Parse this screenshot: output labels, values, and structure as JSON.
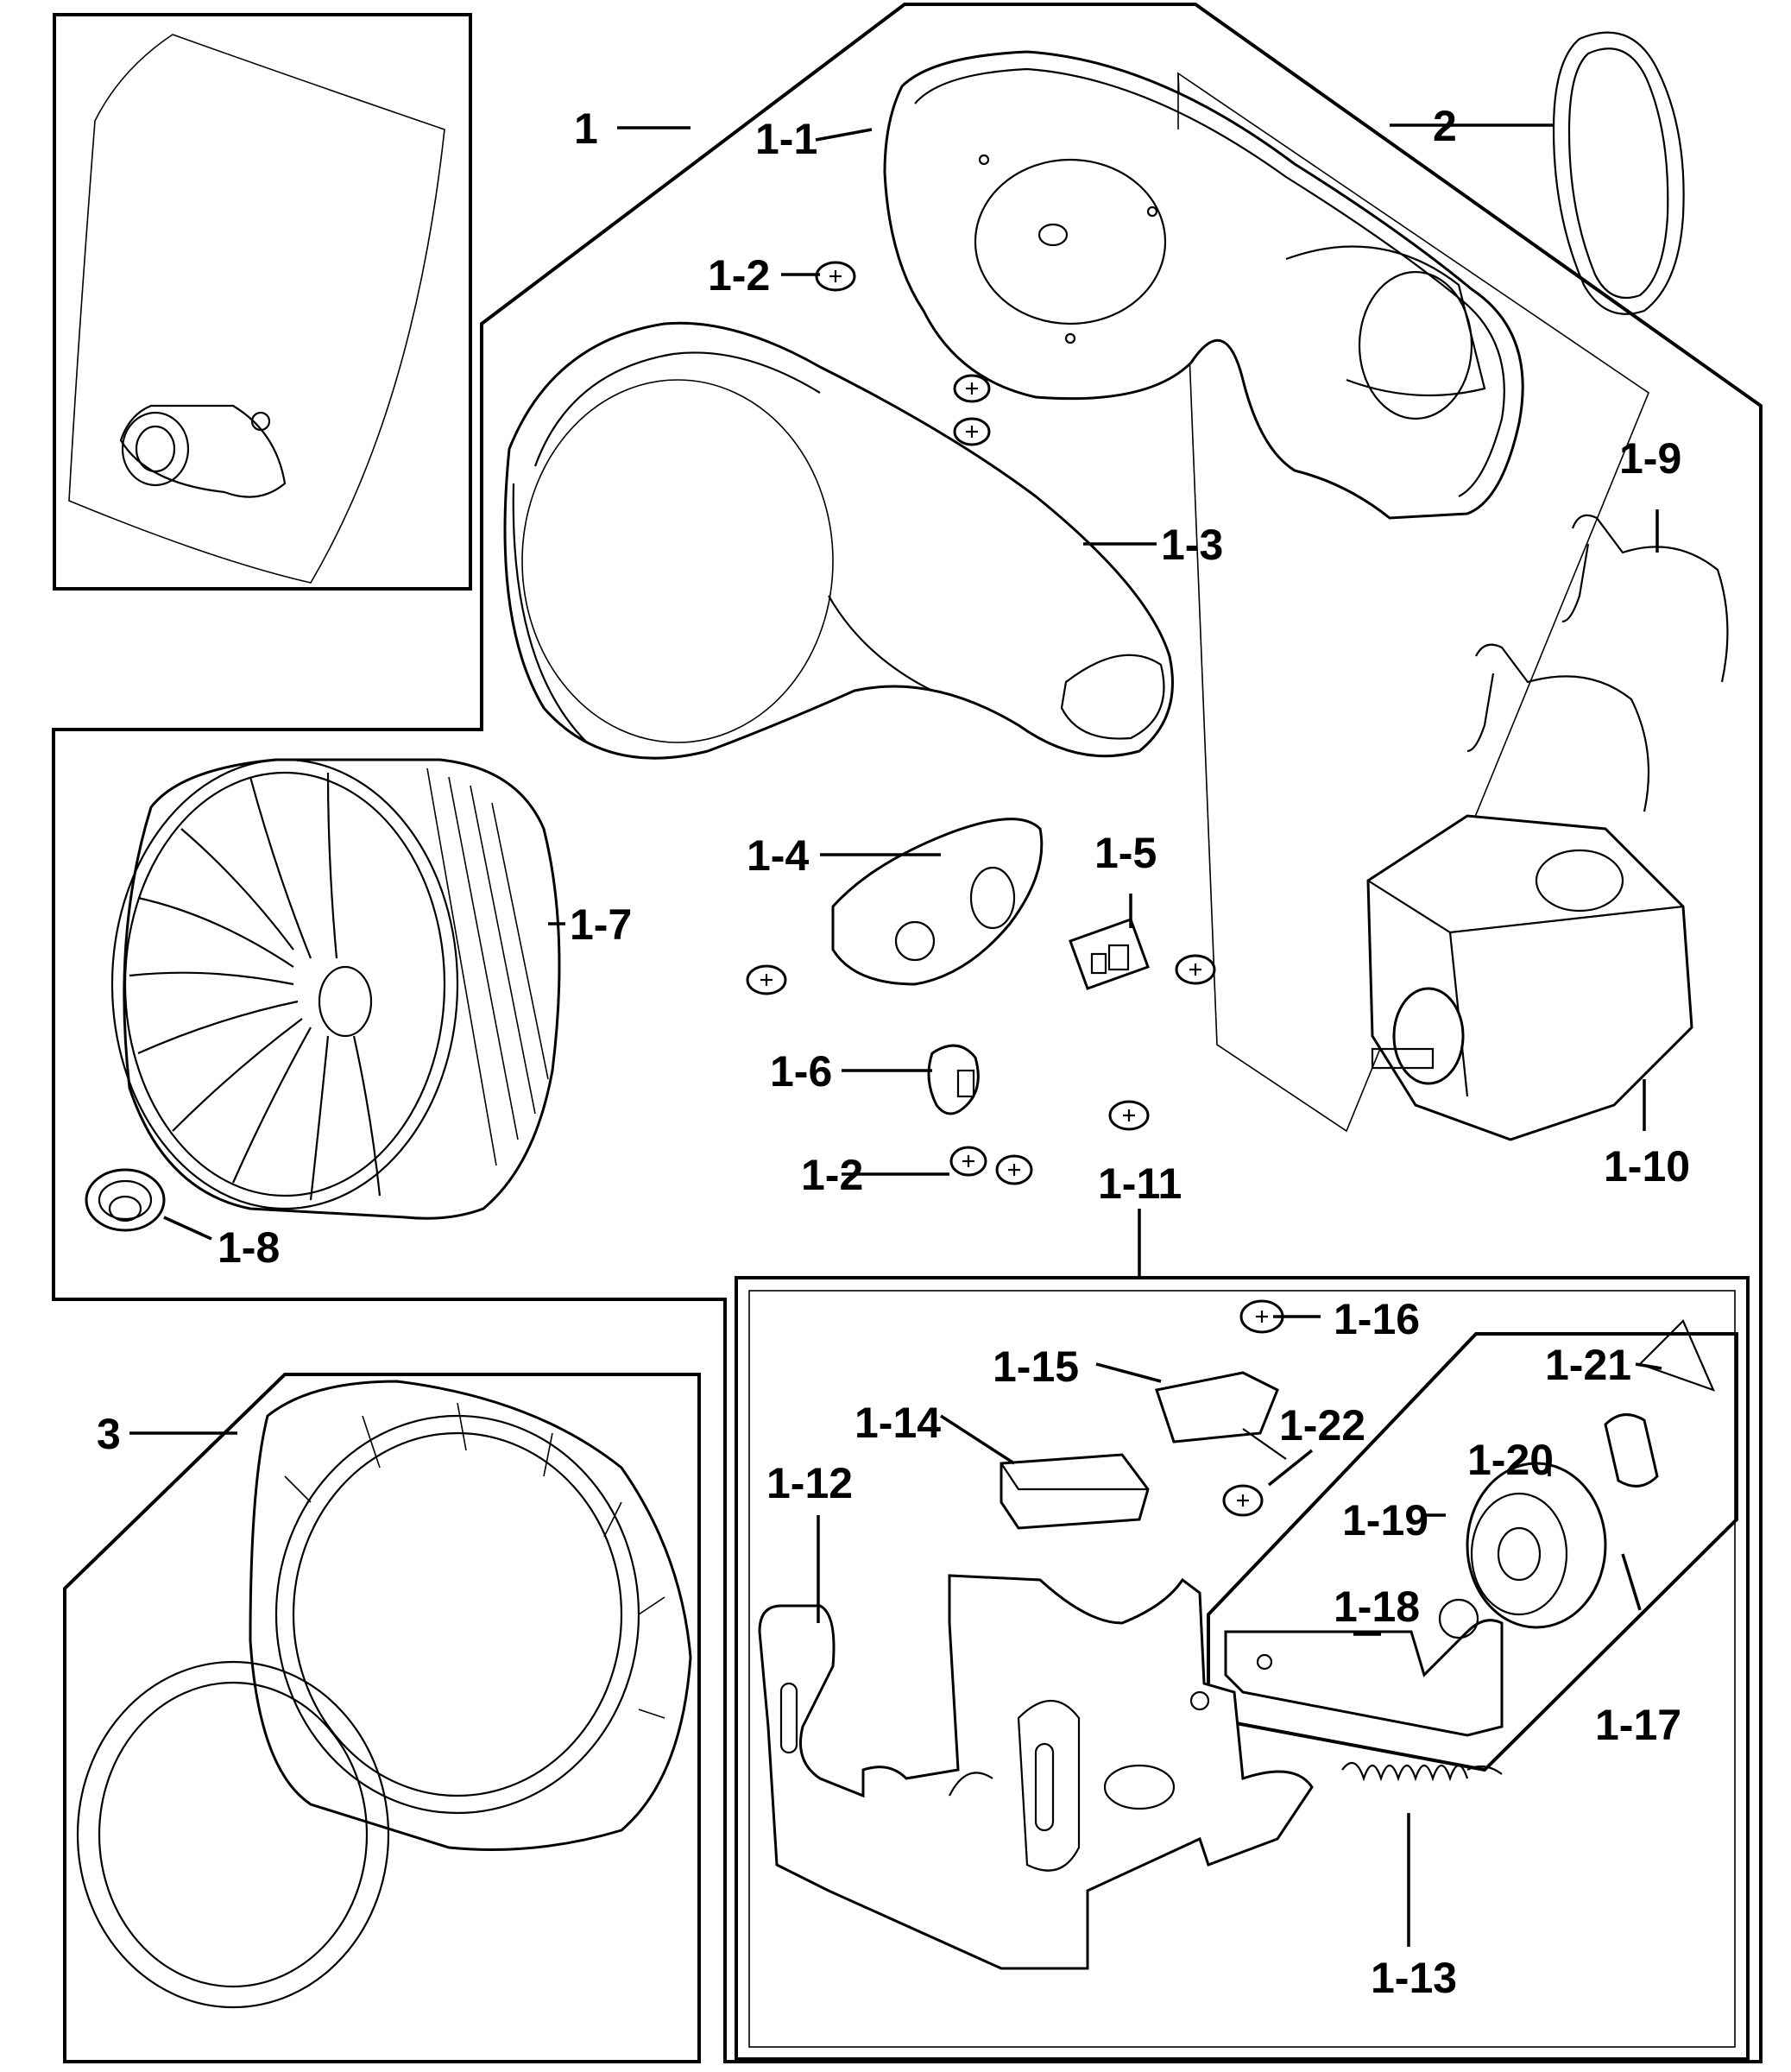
{
  "callouts": [
    {
      "id": "1"
    },
    {
      "id": "1-1"
    },
    {
      "id": "1-2"
    },
    {
      "id": "1-2"
    },
    {
      "id": "1-3"
    },
    {
      "id": "1-4"
    },
    {
      "id": "1-5"
    },
    {
      "id": "1-6"
    },
    {
      "id": "1-7"
    },
    {
      "id": "1-8"
    },
    {
      "id": "1-9"
    },
    {
      "id": "1-10"
    },
    {
      "id": "1-11"
    },
    {
      "id": "1-12"
    },
    {
      "id": "1-13"
    },
    {
      "id": "1-14"
    },
    {
      "id": "1-15"
    },
    {
      "id": "1-16"
    },
    {
      "id": "1-17"
    },
    {
      "id": "1-18"
    },
    {
      "id": "1-19"
    },
    {
      "id": "1-20"
    },
    {
      "id": "1-21"
    },
    {
      "id": "1-22"
    },
    {
      "id": "2"
    },
    {
      "id": "3"
    }
  ]
}
